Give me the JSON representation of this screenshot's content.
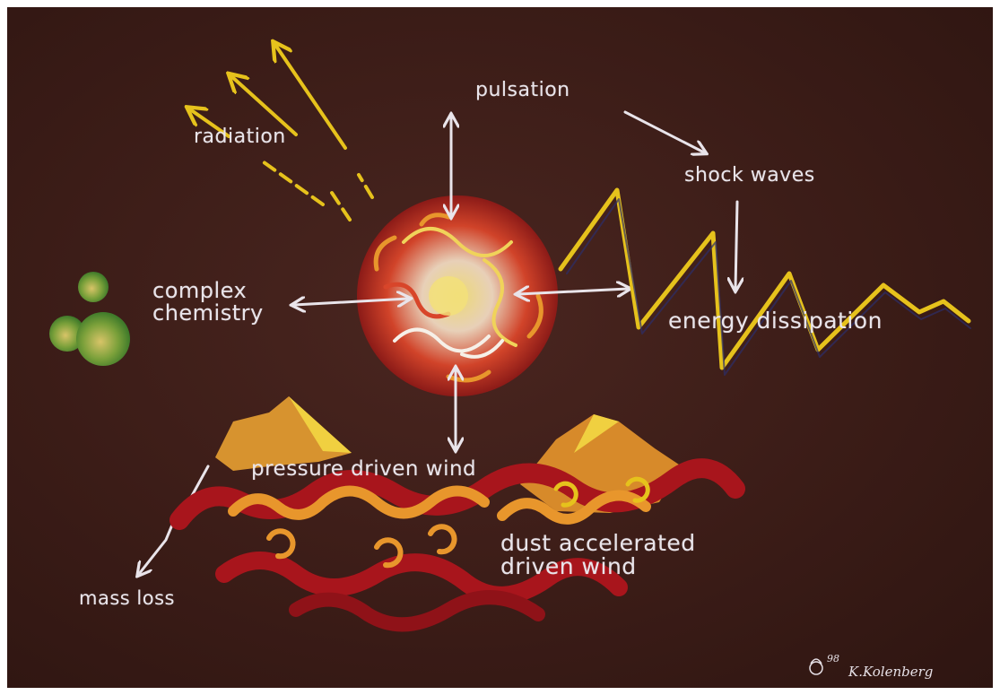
{
  "labels": {
    "radiation": "radiation",
    "pulsation": "pulsation",
    "shock_waves": "shock waves",
    "complex_chemistry": "complex\nchemistry",
    "energy_dissipation": "energy dissipation",
    "pressure_driven_wind": "pressure driven wind",
    "dust_accelerated_driven_wind": "dust accelerated\ndriven wind",
    "mass_loss": "mass loss"
  },
  "signature": {
    "year": "98",
    "artist": "K.Kolenberg"
  },
  "colors": {
    "background": "#3b1c17",
    "chalk_white": "#e9e4ea",
    "yellow": "#e6c21c",
    "orange": "#e8962c",
    "red": "#a8151c",
    "green": "#5e9a2e"
  }
}
